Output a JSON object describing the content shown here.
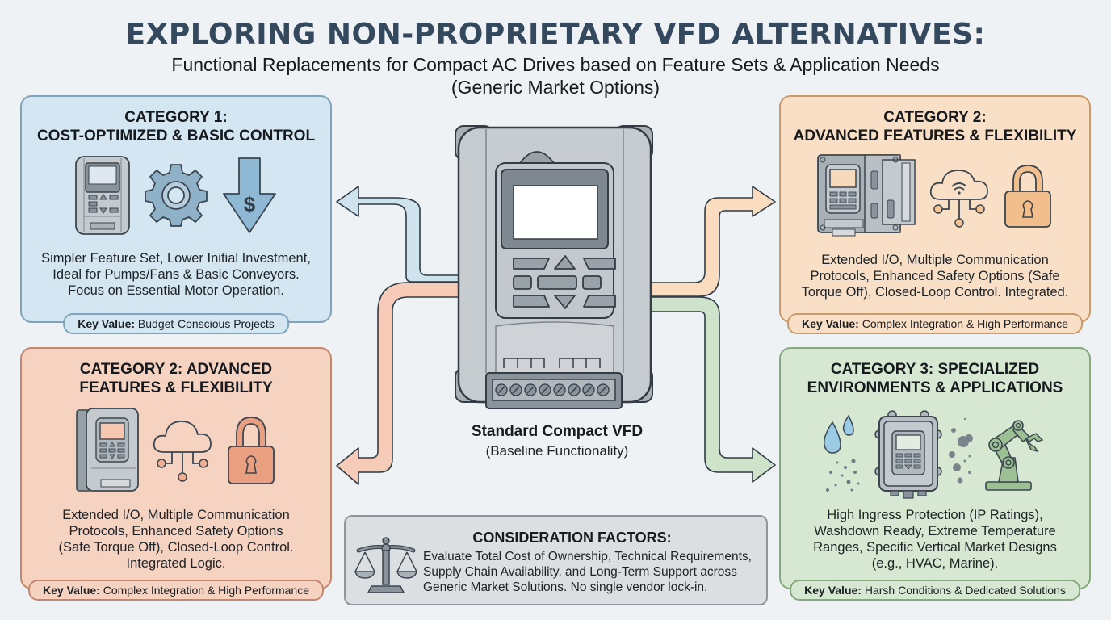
{
  "header": {
    "title": "EXPLORING NON-PROPRIETARY VFD ALTERNATIVES:",
    "subtitle_line1": "Functional Replacements for Compact AC Drives based on Feature Sets & Application Needs",
    "subtitle_line2": "(Generic Market Options)"
  },
  "center": {
    "label": "Standard Compact VFD",
    "sublabel": "(Baseline Functionality)"
  },
  "panels": [
    {
      "title_line1": "CATEGORY 1:",
      "title_line2": "COST-OPTIMIZED & BASIC CONTROL",
      "icons": [
        "compact-vfd-icon",
        "gear-icon",
        "cost-down-arrow-icon"
      ],
      "desc_lines": [
        "Simpler Feature Set, Lower Initial Investment,",
        "Ideal for Pumps/Fans & Basic Conveyors.",
        "Focus on Essential Motor Operation."
      ],
      "key_label": "Key Value:",
      "key_value": "Budget-Conscious Projects",
      "color": "#d3e6f1"
    },
    {
      "title_line1": "CATEGORY 2:",
      "title_line2": "ADVANCED FEATURES & FLEXIBILITY",
      "icons": [
        "modular-vfd-icon",
        "cloud-network-icon",
        "padlock-icon"
      ],
      "desc_lines": [
        "Extended I/O, Multiple Communication",
        "Protocols, Enhanced Safety Options (Safe",
        "Torque Off), Closed-Loop Control. Integrated."
      ],
      "key_label": "Key Value:",
      "key_value": "Complex Integration & High Performance",
      "color": "#f9dfc5"
    },
    {
      "title_line1": "CATEGORY 2: ADVANCED",
      "title_line2": "FEATURES & FLEXIBILITY",
      "icons": [
        "compact-vfd-icon",
        "cloud-network-icon",
        "padlock-icon"
      ],
      "desc_lines": [
        "Extended I/O, Multiple Communication",
        "Protocols, Enhanced Safety Options",
        "(Safe Torque Off), Closed-Loop Control.",
        "Integrated Logic."
      ],
      "key_label": "Key Value:",
      "key_value": "Complex Integration & High Performance",
      "color": "#f6d2c1"
    },
    {
      "title_line1": "CATEGORY 3: SPECIALIZED",
      "title_line2": "ENVIRONMENTS & APPLICATIONS",
      "icons": [
        "water-drops-icon",
        "sealed-enclosure-vfd-icon",
        "robotic-arm-icon"
      ],
      "desc_lines": [
        "High Ingress Protection (IP Ratings),",
        "Washdown Ready, Extreme Temperature",
        "Ranges, Specific Vertical Market Designs",
        "(e.g., HVAC, Marine)."
      ],
      "key_label": "Key Value:",
      "key_value": "Harsh Conditions & Dedicated Solutions",
      "color": "#d6e8d1"
    }
  ],
  "consideration": {
    "title": "CONSIDERATION FACTORS:",
    "lines": [
      "Evaluate Total Cost of Ownership, Technical Requirements,",
      "Supply Chain Availability, and Long-Term Support across",
      "Generic Market Solutions. No single vendor lock-in."
    ],
    "icon": "balance-scale-icon"
  },
  "arrows": [
    {
      "to": "category-1",
      "color": "#cfe3ee"
    },
    {
      "to": "category-2-right",
      "color": "#fbdcbf"
    },
    {
      "to": "category-2-left",
      "color": "#f6ccb8"
    },
    {
      "to": "category-3",
      "color": "#cfe3cb"
    }
  ]
}
